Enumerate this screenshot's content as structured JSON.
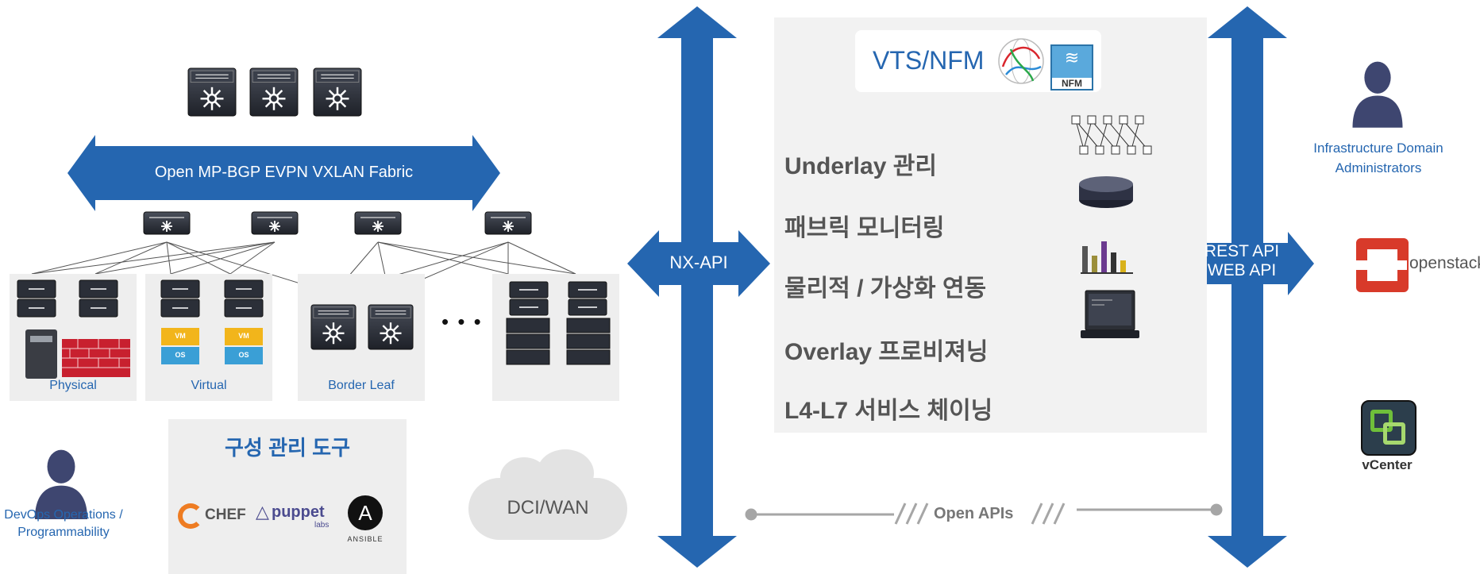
{
  "fabric": {
    "label": "Open MP-BGP EVPN VXLAN Fabric"
  },
  "pods": [
    {
      "label": "Physical"
    },
    {
      "label": "Virtual"
    },
    {
      "label": "Border Leaf"
    }
  ],
  "ellipsis": "• • •",
  "vm_badge": "VM",
  "os_badge": "OS",
  "config_tools": {
    "title": "구성 관리 도구",
    "chef": "CHEF",
    "puppet": "puppet",
    "puppet_sub": "labs",
    "ansible": "ANSIBLE"
  },
  "devops": {
    "line1": "DevOps Operations /",
    "line2": "Programmability"
  },
  "dci": "DCI/WAN",
  "nx_api": "NX-API",
  "vts": {
    "title": "VTS/NFM",
    "nfm_badge": "NFM",
    "features": [
      "Underlay 관리",
      "패브릭 모니터링",
      "물리적 / 가상화 연동",
      "Overlay 프로비져닝",
      "L4-L7 서비스 체이닝"
    ]
  },
  "open_apis": "Open APIs",
  "rest_api": {
    "line1": "REST API",
    "line2": "WEB API"
  },
  "infra_admin": {
    "line1": "Infrastructure Domain",
    "line2": "Administrators"
  },
  "openstack": "openstack",
  "vcenter": "vCenter",
  "colors": {
    "primary_blue": "#2566b0",
    "box_grey": "#eeeeee",
    "panel_grey": "#f2f2f2",
    "switch_dark": "#2b2f38"
  }
}
